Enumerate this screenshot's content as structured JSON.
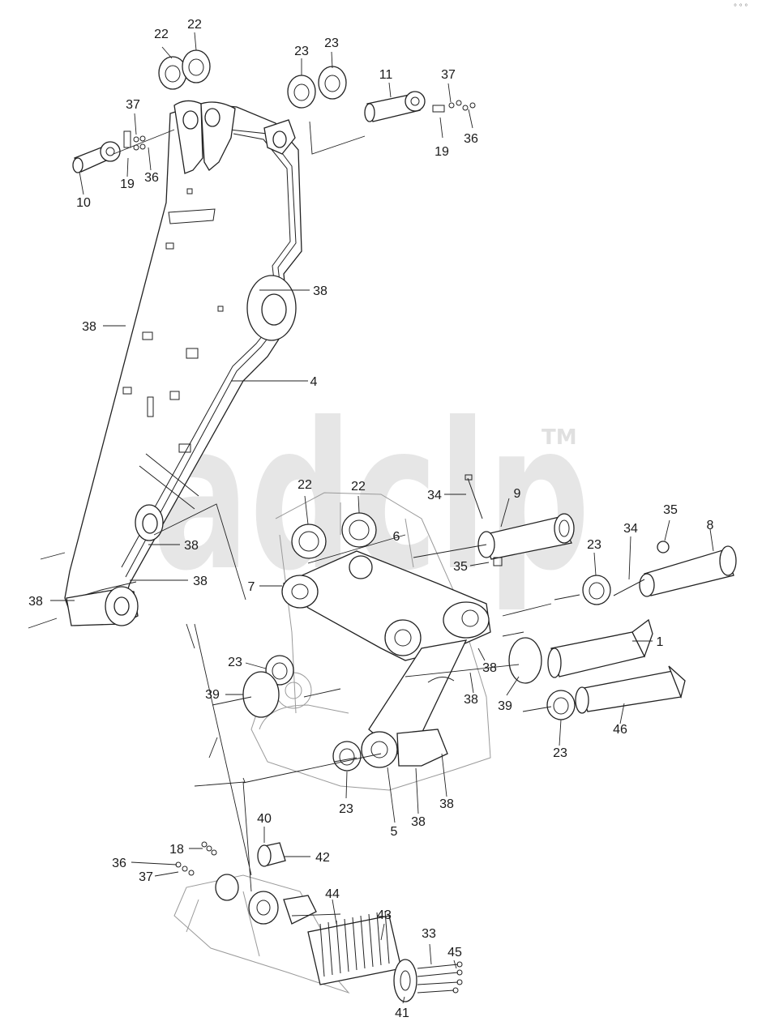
{
  "watermark": {
    "text": "adclp",
    "tm": "TM",
    "color": "#e6e6e6"
  },
  "corner_mark": "° ° °",
  "labels": [
    {
      "id": "l1",
      "text": "22"
    },
    {
      "id": "l2",
      "text": "22"
    },
    {
      "id": "l3",
      "text": "23"
    },
    {
      "id": "l4",
      "text": "23"
    },
    {
      "id": "l5",
      "text": "11"
    },
    {
      "id": "l6",
      "text": "37"
    },
    {
      "id": "l7",
      "text": "36"
    },
    {
      "id": "l8",
      "text": "19"
    },
    {
      "id": "l9",
      "text": "37"
    },
    {
      "id": "l10",
      "text": "19"
    },
    {
      "id": "l11",
      "text": "36"
    },
    {
      "id": "l12",
      "text": "10"
    },
    {
      "id": "l13",
      "text": "38"
    },
    {
      "id": "l14",
      "text": "38"
    },
    {
      "id": "l15",
      "text": "4"
    },
    {
      "id": "l16",
      "text": "22"
    },
    {
      "id": "l17",
      "text": "22"
    },
    {
      "id": "l18",
      "text": "34"
    },
    {
      "id": "l19",
      "text": "9"
    },
    {
      "id": "l20",
      "text": "6"
    },
    {
      "id": "l21",
      "text": "35"
    },
    {
      "id": "l22",
      "text": "34"
    },
    {
      "id": "l23",
      "text": "8"
    },
    {
      "id": "l24",
      "text": "35"
    },
    {
      "id": "l25",
      "text": "23"
    },
    {
      "id": "l26",
      "text": "38"
    },
    {
      "id": "l27",
      "text": "38"
    },
    {
      "id": "l28",
      "text": "38"
    },
    {
      "id": "l29",
      "text": "7"
    },
    {
      "id": "l30",
      "text": "1"
    },
    {
      "id": "l31",
      "text": "23"
    },
    {
      "id": "l32",
      "text": "38"
    },
    {
      "id": "l33",
      "text": "39"
    },
    {
      "id": "l34",
      "text": "38"
    },
    {
      "id": "l35",
      "text": "39"
    },
    {
      "id": "l36",
      "text": "46"
    },
    {
      "id": "l37",
      "text": "23"
    },
    {
      "id": "l38",
      "text": "23"
    },
    {
      "id": "l39",
      "text": "38"
    },
    {
      "id": "l40",
      "text": "5"
    },
    {
      "id": "l41",
      "text": "38"
    },
    {
      "id": "l42",
      "text": "40"
    },
    {
      "id": "l43",
      "text": "18"
    },
    {
      "id": "l44",
      "text": "42"
    },
    {
      "id": "l45",
      "text": "36"
    },
    {
      "id": "l46",
      "text": "37"
    },
    {
      "id": "l47",
      "text": "44"
    },
    {
      "id": "l48",
      "text": "43"
    },
    {
      "id": "l49",
      "text": "33"
    },
    {
      "id": "l50",
      "text": "45"
    },
    {
      "id": "l51",
      "text": "41"
    }
  ]
}
